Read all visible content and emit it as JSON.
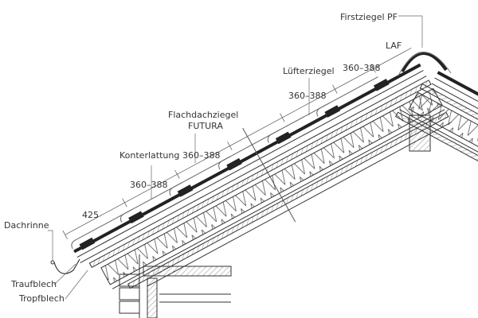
{
  "labels": {
    "ridge_tile": "Firstziegel PF",
    "laf": "LAF",
    "vent_tile": "Lüfterziegel",
    "dim_top": "360–388",
    "dim_upper": "360–388",
    "flat_tile_line1": "Flachdachziegel",
    "flat_tile_line2": "FUTURA",
    "counter_batten": "Konterlattung",
    "dim_middle": "360–388",
    "dim_lower": "360–388",
    "dim_eave": "425",
    "gutter": "Dachrinne",
    "eave_flashing": "Traufblech",
    "drip_edge": "Tropfblech"
  },
  "colors": {
    "line": "#333333",
    "hatch": "#777777"
  }
}
